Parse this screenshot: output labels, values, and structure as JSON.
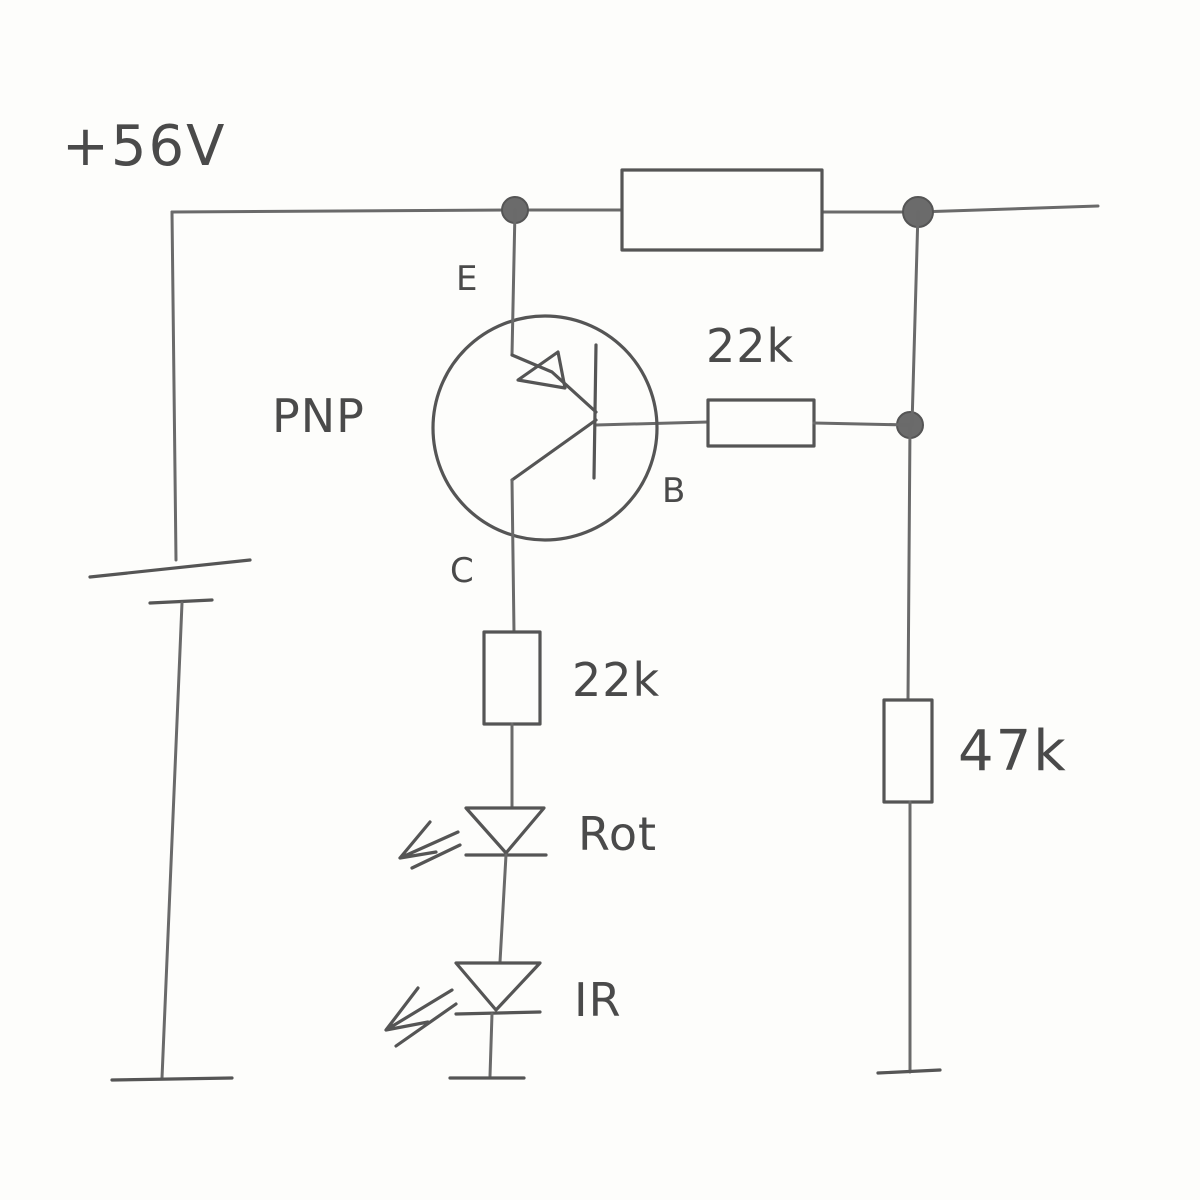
{
  "supply_label": "+56V",
  "transistor": {
    "type_label": "PNP",
    "emitter_label": "E",
    "base_label": "B",
    "collector_label": "C"
  },
  "resistors": {
    "base_resistor": "22k",
    "collector_resistor": "22k",
    "divider_resistor": "47k"
  },
  "leds": {
    "red": "Rot",
    "infrared": "IR"
  }
}
